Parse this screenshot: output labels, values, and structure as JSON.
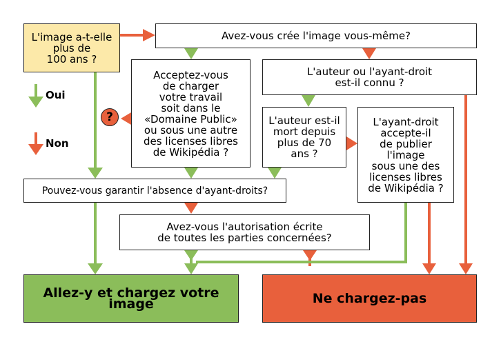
{
  "colors": {
    "yes": "#8bbd5a",
    "no": "#e8603c",
    "start": "#fce9a9"
  },
  "legend": {
    "yes_label": "Oui",
    "no_label": "Non"
  },
  "badge": "?",
  "nodes": {
    "q_age": "L'image a-t-elle\nplus de\n100 ans ?",
    "q_self": "Avez-vous crée l'image vous-même?",
    "q_license": "Acceptez-vous\nde charger\nvotre travail\nsoit dans le\n«Domaine Public»\nou sous une autre\ndes licenses libres\nde Wikipédia ?",
    "q_author_known": "L'auteur ou l'ayant-droit\nest-il connu ?",
    "q_author_dead": "L'auteur est-il\nmort depuis\nplus de 70\nans ?",
    "q_rights_holder": "L'ayant-droit\naccepte-il\nde publier\nl'image\nsous une des\nlicenses libres\nde Wikipédia ?",
    "q_no_rights": "Pouvez-vous garantir l'absence d'ayant-droits?",
    "q_written_auth": "Avez-vous l'autorisation écrite\nde toutes les parties concernées?",
    "end_yes": "Allez-y et chargez votre image",
    "end_no": "Ne chargez-pas"
  }
}
